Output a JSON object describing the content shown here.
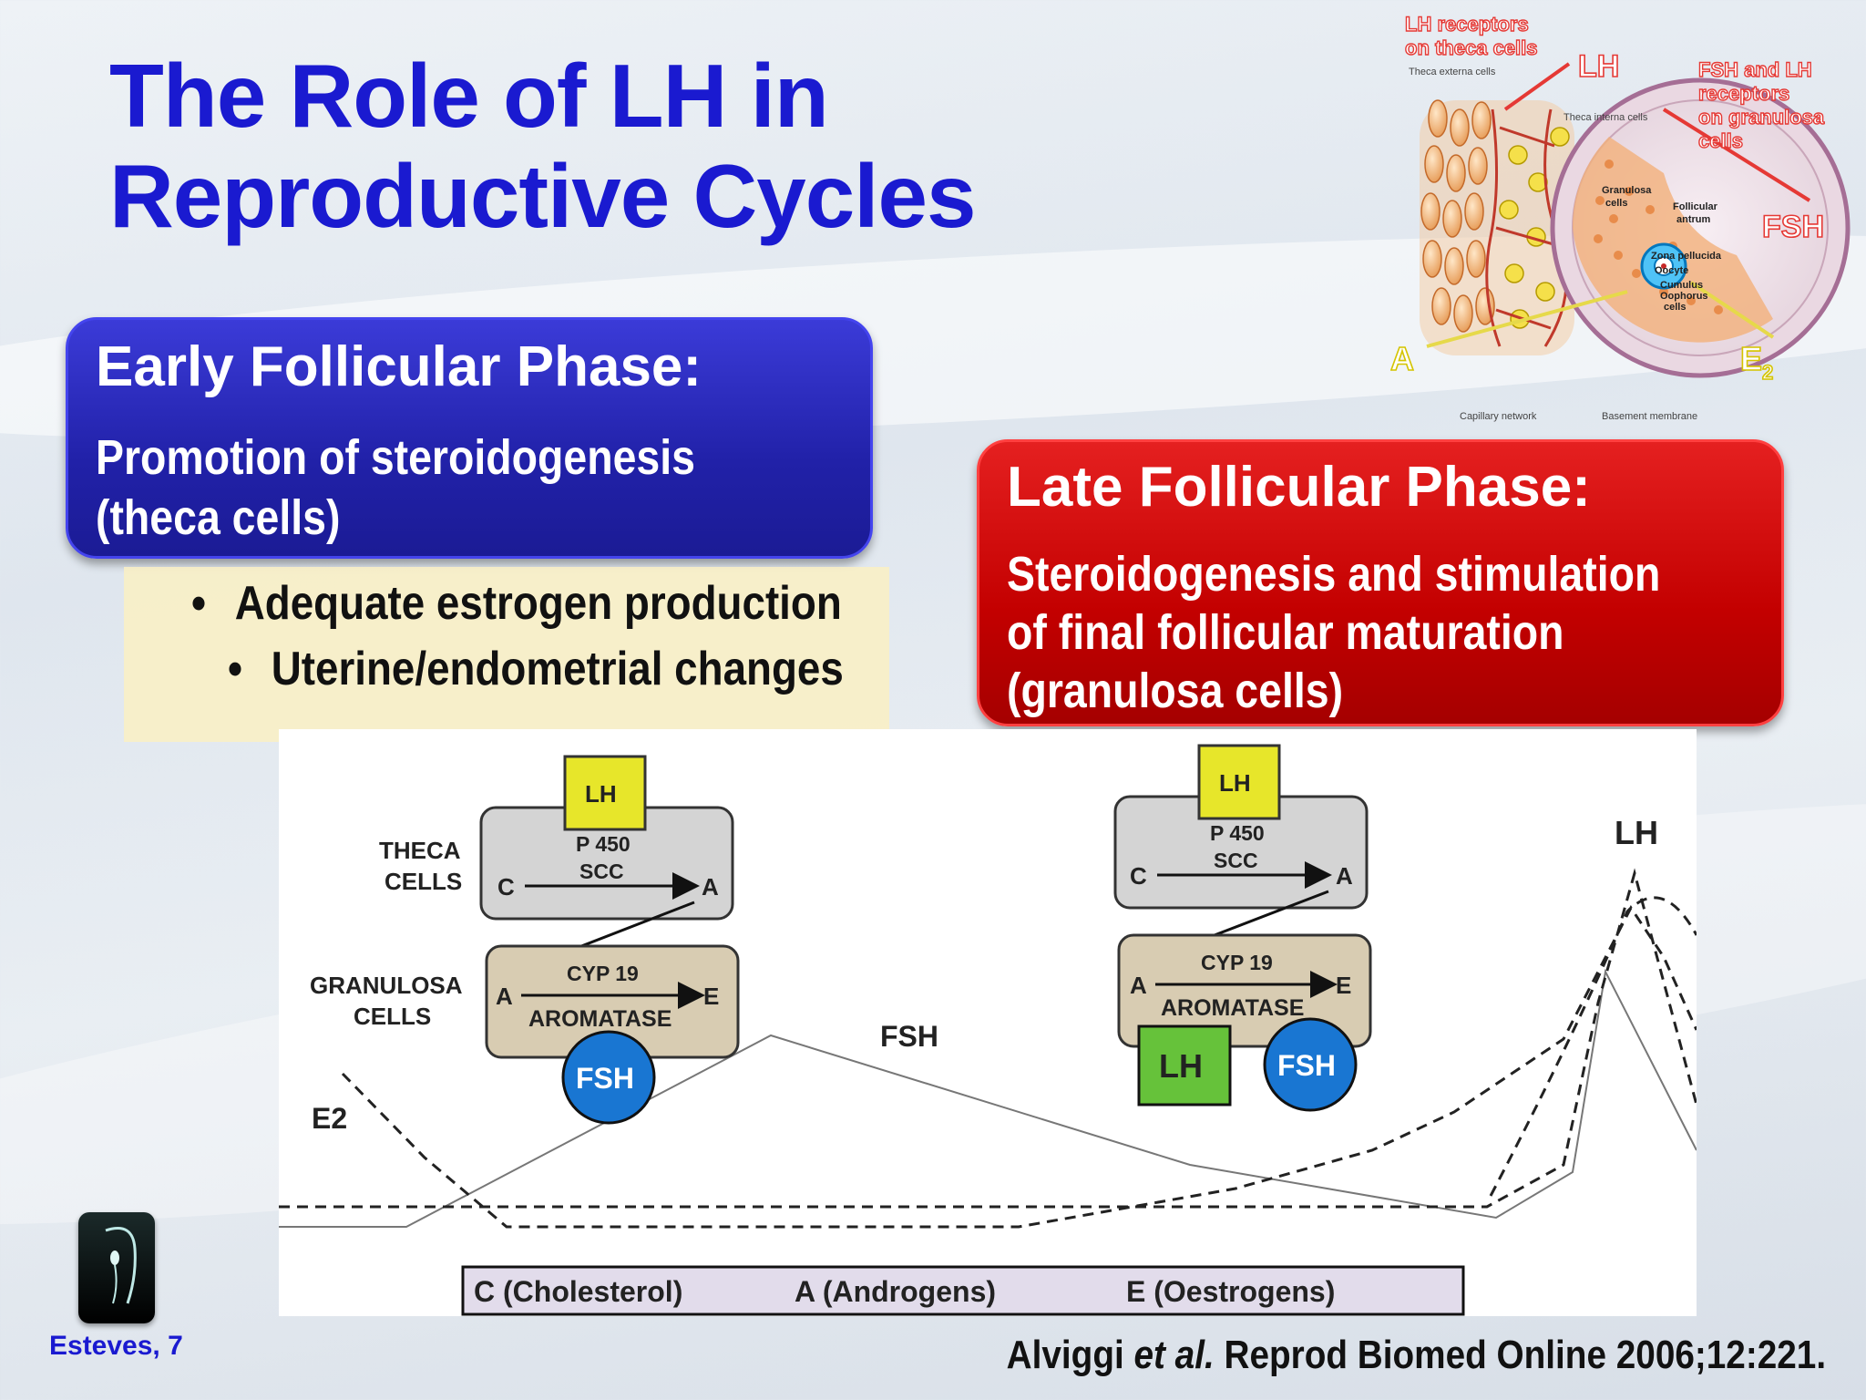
{
  "title": {
    "line1": "The Role of LH in",
    "line2": "Reproductive Cycles"
  },
  "early_phase": {
    "heading": "Early Follicular Phase:",
    "desc_line1": "Promotion of steroidogenesis",
    "desc_line2": "(theca cells)",
    "bullets": [
      "Adequate estrogen production",
      "Uterine/endometrial changes"
    ]
  },
  "late_phase": {
    "heading": "Late Follicular Phase:",
    "desc_line1": "Steroidogenesis and stimulation",
    "desc_line2": "of final follicular maturation",
    "desc_line3": "(granulosa cells)"
  },
  "follicle_figure": {
    "lh_receptors_1": "LH receptors",
    "lh_receptors_2": "on theca cells",
    "lh": "LH",
    "fsh_lh_1": "FSH and LH",
    "fsh_lh_2": "receptors",
    "fsh_lh_3": "on granulosa",
    "fsh_lh_4": "cells",
    "fsh": "FSH",
    "a": "A",
    "e2": "E",
    "e2_sub": "2",
    "theca_externa": "Theca externa cells",
    "theca_interna": "Theca interna cells",
    "granulosa_1": "Granulosa",
    "granulosa_2": "cells",
    "antrum_1": "Follicular",
    "antrum_2": "antrum",
    "zona": "Zona pellucida",
    "oocyte": "Oocyte",
    "cumulus_1": "Cumulus",
    "cumulus_2": "Oophorus",
    "cumulus_3": "cells",
    "capillary": "Capillary network",
    "basement": "Basement membrane"
  },
  "cycle_diagram": {
    "left": {
      "theca_1": "THECA",
      "theca_2": "CELLS",
      "granulosa_1": "GRANULOSA",
      "granulosa_2": "CELLS",
      "lh": "LH",
      "p450": "P 450",
      "scc": "SCC",
      "c": "C",
      "a": "A",
      "cyp": "CYP 19",
      "aromatase": "AROMATASE",
      "a2": "A",
      "e": "E",
      "fsh": "FSH"
    },
    "right": {
      "lh": "LH",
      "p450": "P 450",
      "scc": "SCC",
      "c": "C",
      "a": "A",
      "cyp": "CYP 19",
      "aromatase": "AROMATASE",
      "a2": "A",
      "e": "E",
      "lh2": "LH",
      "fsh": "FSH"
    },
    "curve_labels": {
      "e2": "E2",
      "fsh": "FSH",
      "lh": "LH"
    },
    "legend": {
      "c": "C (Cholesterol)",
      "a": "A (Androgens)",
      "e": "E (Oestrogens)"
    }
  },
  "footer": {
    "slide_ref": "Esteves, 7",
    "cite_author": "Alviggi ",
    "cite_etal": "et al.",
    "cite_rest": " Reprod Biomed Online 2006;12:221."
  },
  "colors": {
    "title_blue": "#1a1ad0",
    "early_blue": "#2121a8",
    "late_red": "#c30000"
  }
}
